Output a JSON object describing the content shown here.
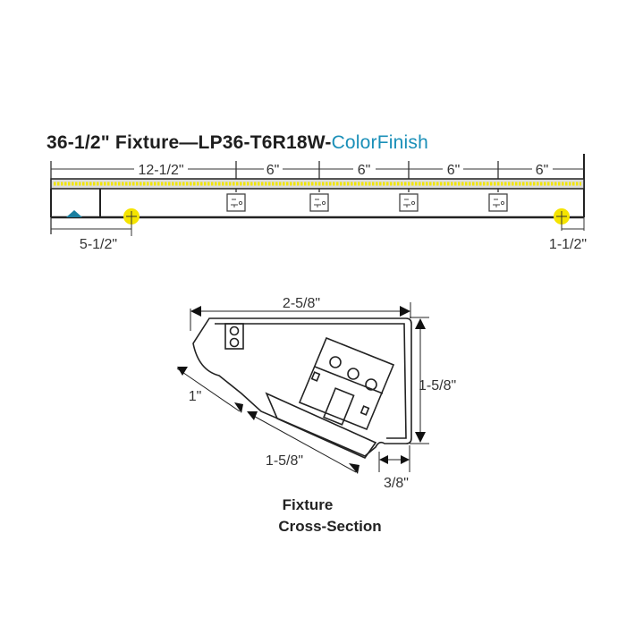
{
  "title": {
    "prefix": "36-1/2\" Fixture—LP36-T6R18W-",
    "accent": "ColorFinish",
    "accent_color": "#1a8fb8"
  },
  "elevation": {
    "top_dimensions": [
      "12-1/2\"",
      "6\"",
      "6\"",
      "6\"",
      "6\""
    ],
    "bottom_left_dimension": "5-1/2\"",
    "bottom_right_dimension": "1-1/2\"",
    "led_strip_color": "#f2e600",
    "mount_marker_color": "#f5e400",
    "triangle_marker_color": "#1a7fa0",
    "outlets": [
      {
        "icon": "outlet-icon"
      },
      {
        "icon": "outlet-icon"
      },
      {
        "icon": "outlet-icon"
      },
      {
        "icon": "outlet-icon"
      }
    ]
  },
  "cross_section": {
    "width_dimension": "2-5/8\"",
    "height_dimension": "1-5/8\"",
    "diagonal_short_dimension": "1\"",
    "diagonal_long_dimension": "1-5/8\"",
    "lip_dimension": "3/8\"",
    "caption_line1": "Fixture",
    "caption_line2": "Cross-Section"
  }
}
